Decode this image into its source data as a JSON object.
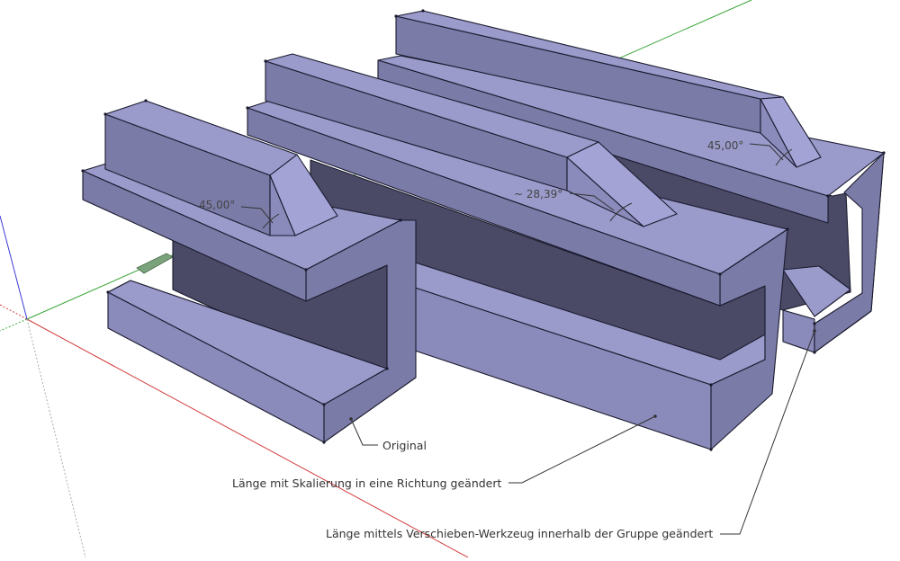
{
  "scene": {
    "colors": {
      "background": "#ffffff",
      "face_top": "#9a9acb",
      "face_side": "#7b7ba8",
      "face_front": "#8a8abb",
      "face_shadow": "#4a4a66",
      "edge": "#1a1a2e",
      "axis_red": "#d43c3c",
      "axis_green": "#3aa63a",
      "axis_blue": "#3c3cd4"
    },
    "angles": {
      "left": "45,00°",
      "middle": "~ 28,39°",
      "right": "45,00°"
    },
    "labels": {
      "original": "Original",
      "scaled": "Länge mit Skalierung in eine Richtung geändert",
      "moved": "Länge mittels Verschieben-Werkzeug innerhalb der Gruppe geändert"
    },
    "icons": [
      "axis-origin-icon",
      "section-plane-icon"
    ]
  }
}
